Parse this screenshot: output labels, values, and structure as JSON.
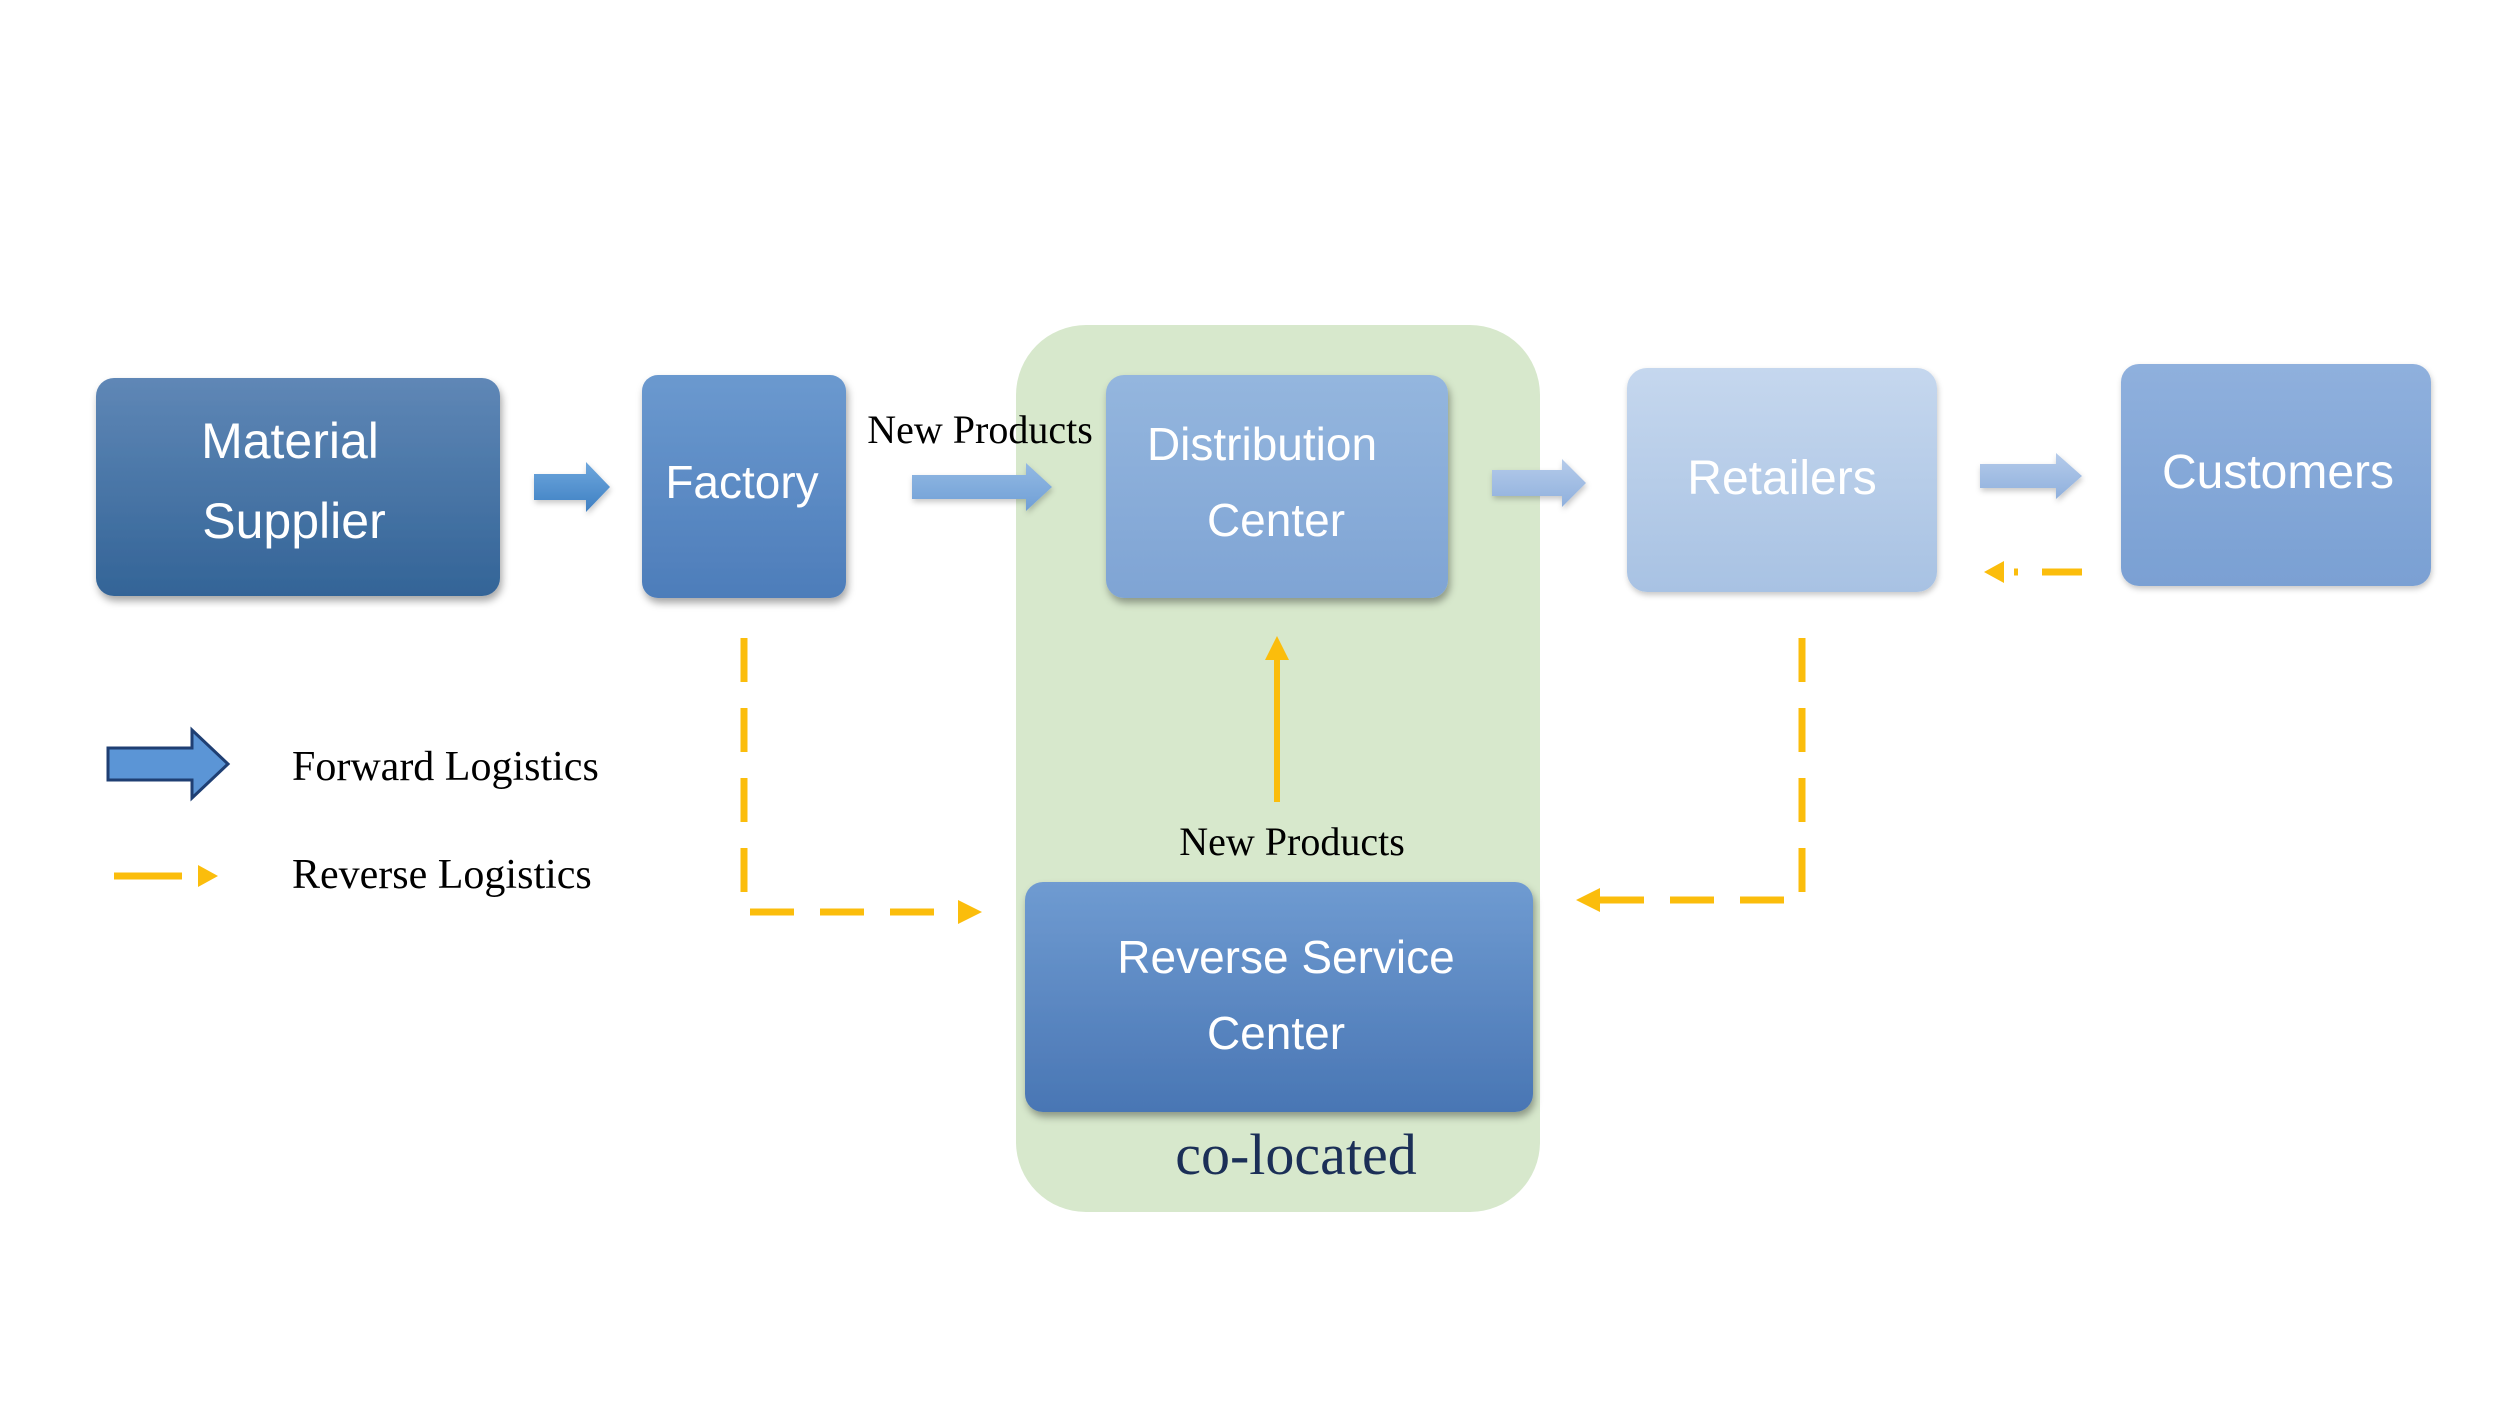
{
  "nodes": {
    "material_supplier": {
      "line1": "Material",
      "line2": "Supplier"
    },
    "factory": {
      "label": "Factory"
    },
    "distribution_center": {
      "line1": "Distribution",
      "line2": "Center"
    },
    "retailers": {
      "label": "Retailers"
    },
    "customers": {
      "label": "Customers"
    },
    "reverse_service_center": {
      "line1": "Reverse Service",
      "line2": "Center"
    }
  },
  "edge_labels": {
    "factory_to_dc": "New Products",
    "rsc_to_dc": "New Products"
  },
  "group": {
    "label": "co-located"
  },
  "legend": {
    "forward": "Forward Logistics",
    "reverse": "Reverse Logistics"
  },
  "colors": {
    "forward_blue": "#4f83be",
    "reverse_yellow": "#fbbd0c",
    "colocated_green": "#d7e8cc",
    "colocated_text": "#1b2f57"
  }
}
